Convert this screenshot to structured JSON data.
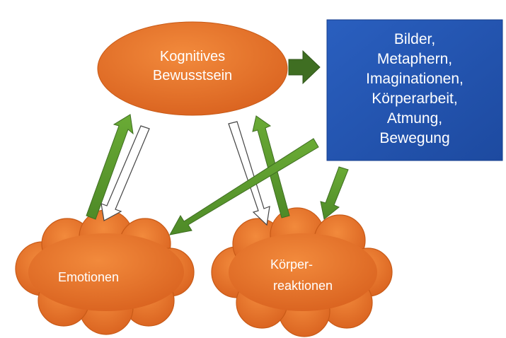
{
  "nodes": {
    "kognitives": {
      "lines": [
        "Kognitives",
        "Bewusstsein"
      ]
    },
    "methods": {
      "lines": [
        "Bilder,",
        "Metaphern,",
        "Imaginationen,",
        "Körperarbeit,",
        "Atmung,",
        "Bewegung"
      ]
    },
    "emotionen": {
      "lines": [
        "Emotionen"
      ]
    },
    "koerper": {
      "lines": [
        "Körper-",
        "reaktionen"
      ]
    }
  },
  "colors": {
    "orange": "#e8722a",
    "orange_dark": "#c85a17",
    "blue": "#2457b5",
    "blue_dark": "#163e8c",
    "green": "#5a9a2e",
    "green_dark": "#3f6e22"
  }
}
